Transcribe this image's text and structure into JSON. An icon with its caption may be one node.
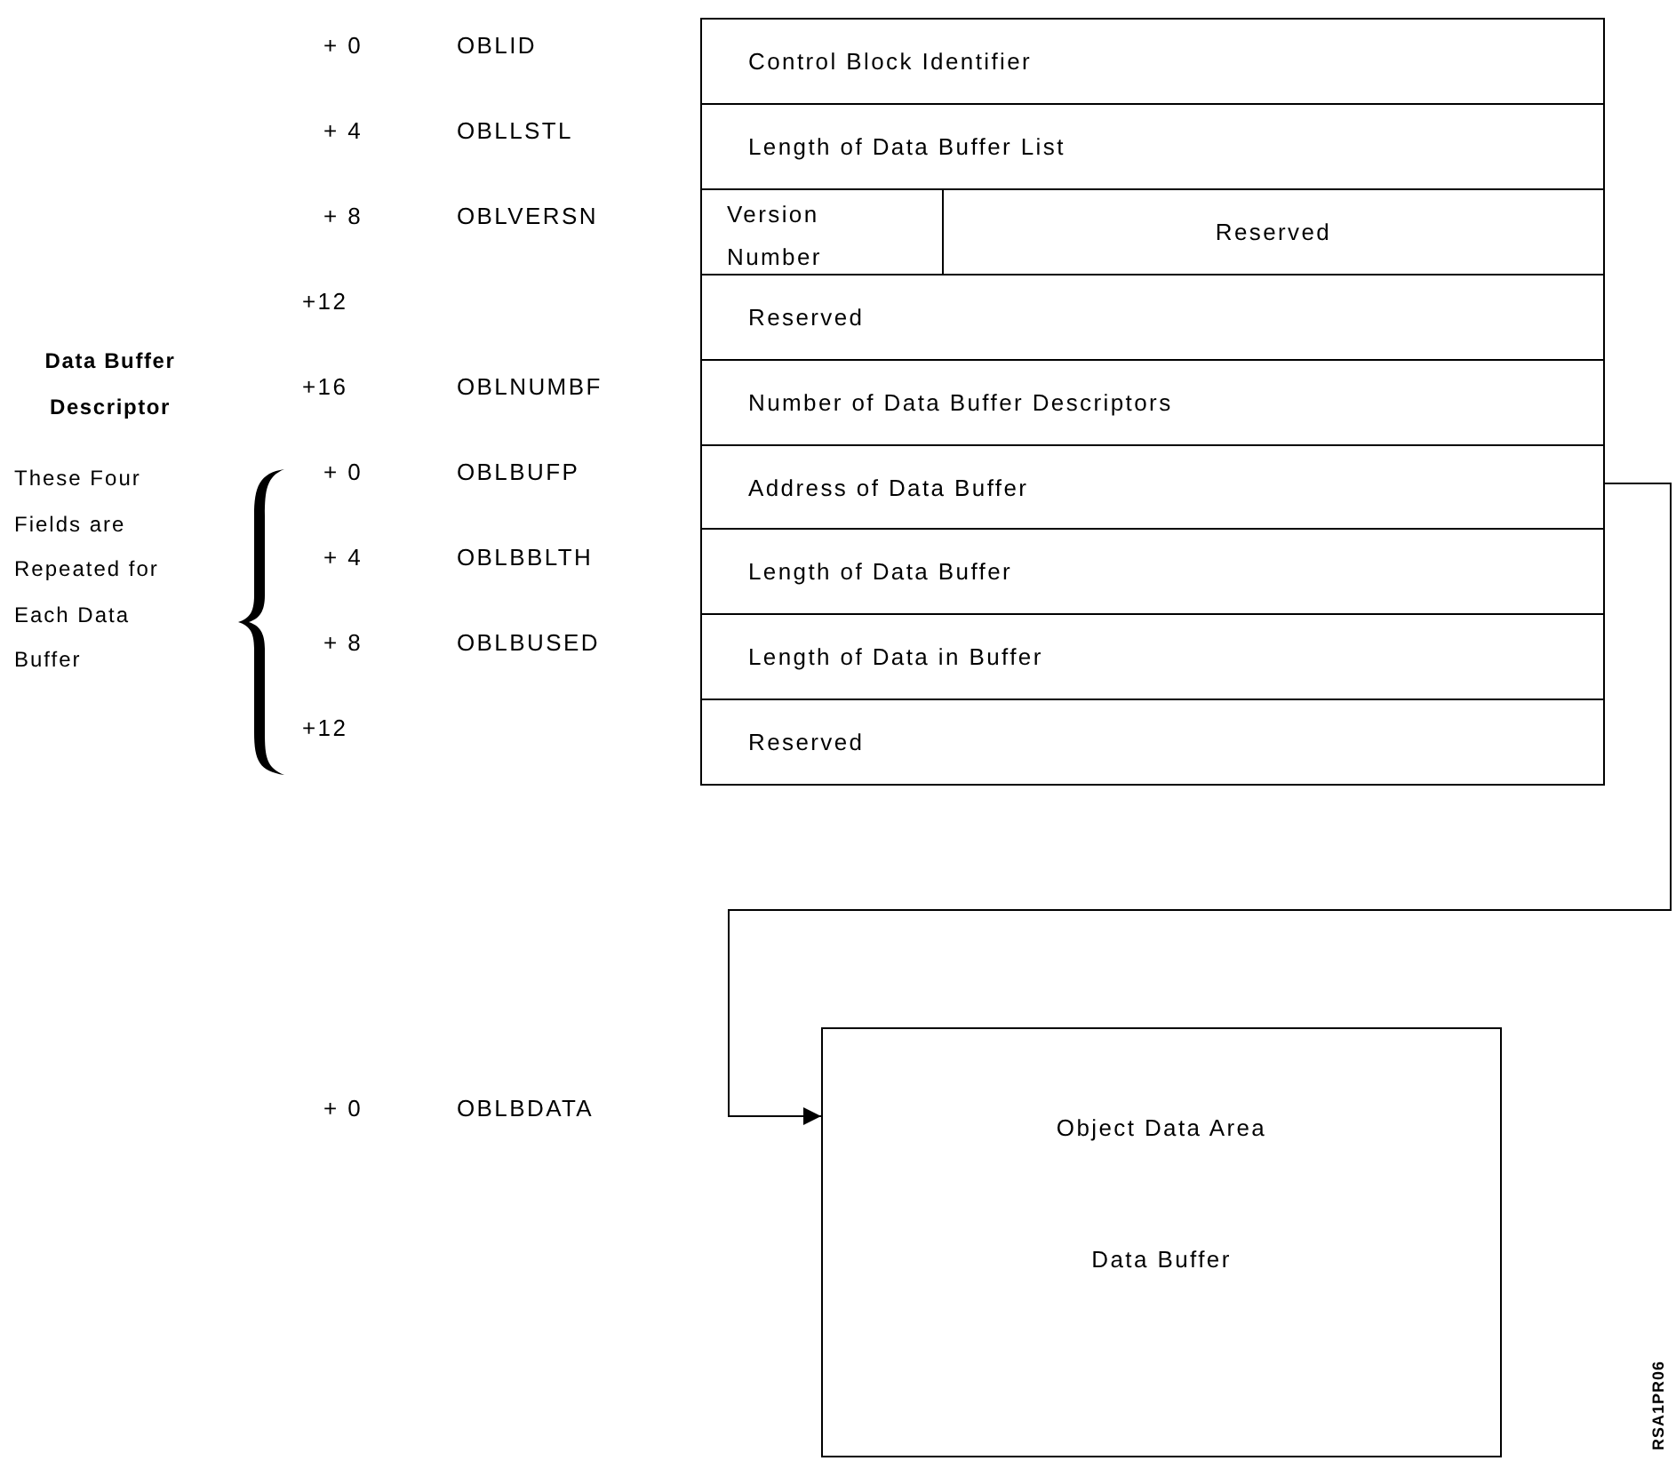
{
  "diagram": {
    "nodes": [
      {
        "text": [
          "Control Block Identifier"
        ]
      },
      {
        "text": [
          "Length of Data Buffer List"
        ]
      },
      {
        "text": [
          "Version Number"
        ]
      },
      {
        "text": [
          "Reserved"
        ]
      },
      {
        "text": [
          "Reserved"
        ]
      },
      {
        "text": [
          "Number of Data Buffer Descriptors"
        ]
      },
      {
        "text": [
          "Address of Data Buffer"
        ]
      },
      {
        "text": [
          "Length of Data Buffer"
        ]
      },
      {
        "text": [
          "Length of Data in Buffer"
        ]
      },
      {
        "text": [
          "Reserved"
        ]
      },
      {
        "text": [
          "Object Data Area",
          "Data Buffer"
        ]
      }
    ],
    "edges": [
      {
        "from": 6,
        "to": 10,
        "arrow": "to"
      }
    ],
    "labels": [
      "+ 0",
      "OBLID",
      "+ 4",
      "OBLLSTL",
      "+ 8",
      "OBLVERSN",
      "+12",
      "Data Buffer Descriptor",
      "+16",
      "OBLNUMBF",
      "These Four Fields are Repeated for Each Data Buffer",
      "+ 0",
      "OBLBUFP",
      "+ 4",
      "OBLBBLTH",
      "+ 8",
      "OBLBUSED",
      "+12",
      "+ 0",
      "OBLBDATA",
      "RSA1PR06"
    ]
  }
}
